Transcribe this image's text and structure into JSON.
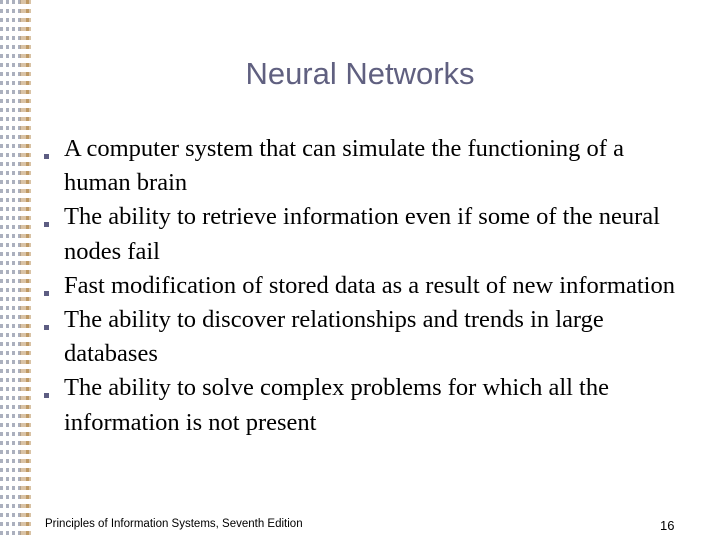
{
  "slide": {
    "title": "Neural Networks",
    "title_color": "#606080",
    "bullet_color": "#5d5d82",
    "background_color": "#ffffff",
    "bullets": [
      "A computer system that can simulate the functioning of a human brain",
      "The ability to retrieve information even if some of the neural nodes fail",
      "Fast modification of stored data as a result of new information",
      "The ability to discover relationships and trends in large databases",
      "The ability to solve complex problems for which all the information is not present"
    ],
    "footer": {
      "source": "Principles of Information Systems, Seventh Edition",
      "page_number": "16"
    },
    "decoration": {
      "left_border_name": "checkered-border-icon",
      "left_border_colors": [
        "#969caa",
        "#c4a06a"
      ]
    }
  }
}
